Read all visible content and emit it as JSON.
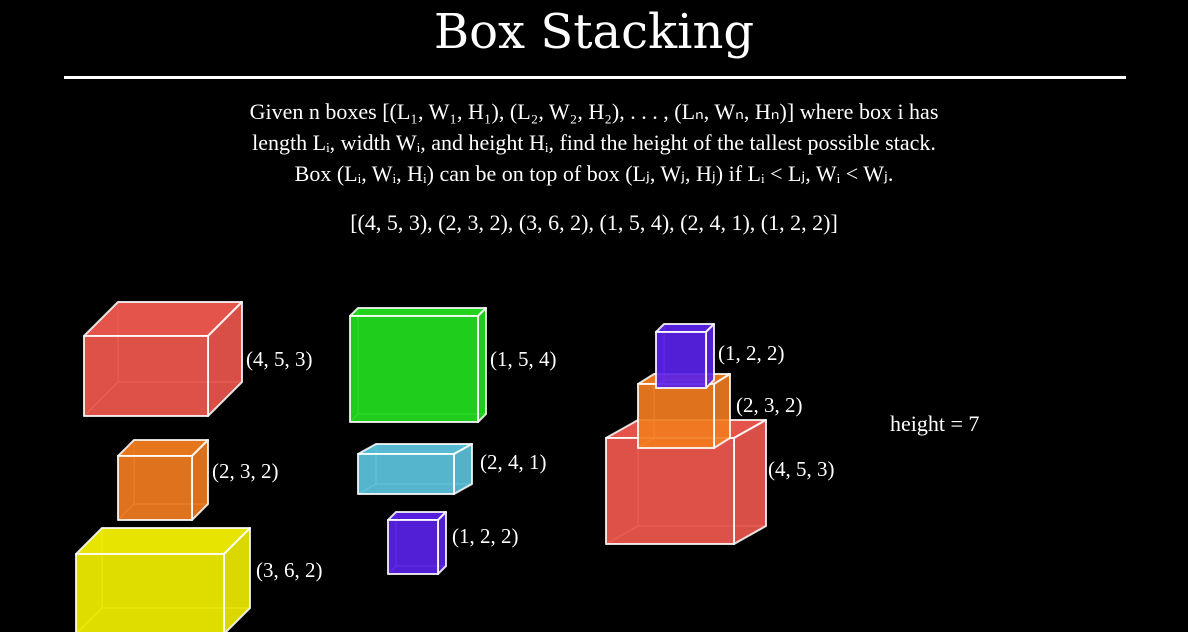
{
  "title": "Box Stacking",
  "problem": {
    "line1": "Given n boxes [(L₁, W₁, H₁), (L₂, W₂, H₂), . . . , (Lₙ, Wₙ, Hₙ)] where box i has",
    "line2": "length Lᵢ, width Wᵢ, and height Hᵢ, find the height of the tallest possible stack.",
    "line3": "Box (Lᵢ, Wᵢ, Hᵢ) can be on top of box (Lⱼ, Wⱼ, Hⱼ) if Lᵢ < Lⱼ, Wᵢ < Wⱼ."
  },
  "input_list": "[(4, 5, 3), (2, 3, 2), (3, 6, 2), (1, 5, 4), (2, 4, 1), (1, 2, 2)]",
  "boxes": [
    {
      "label": "(4, 5, 3)",
      "color": "#f0584f"
    },
    {
      "label": "(2, 3, 2)",
      "color": "#f27c1e"
    },
    {
      "label": "(3, 6, 2)",
      "color": "#f2f000"
    },
    {
      "label": "(1, 5, 4)",
      "color": "#22e01e"
    },
    {
      "label": "(2, 4, 1)",
      "color": "#5cc4de"
    },
    {
      "label": "(1, 2, 2)",
      "color": "#5a22e8"
    }
  ],
  "stack": [
    {
      "label": "(1, 2, 2)",
      "color": "#5a22e8"
    },
    {
      "label": "(2, 3, 2)",
      "color": "#f27c1e"
    },
    {
      "label": "(4, 5, 3)",
      "color": "#f0584f"
    }
  ],
  "result": "height = 7"
}
